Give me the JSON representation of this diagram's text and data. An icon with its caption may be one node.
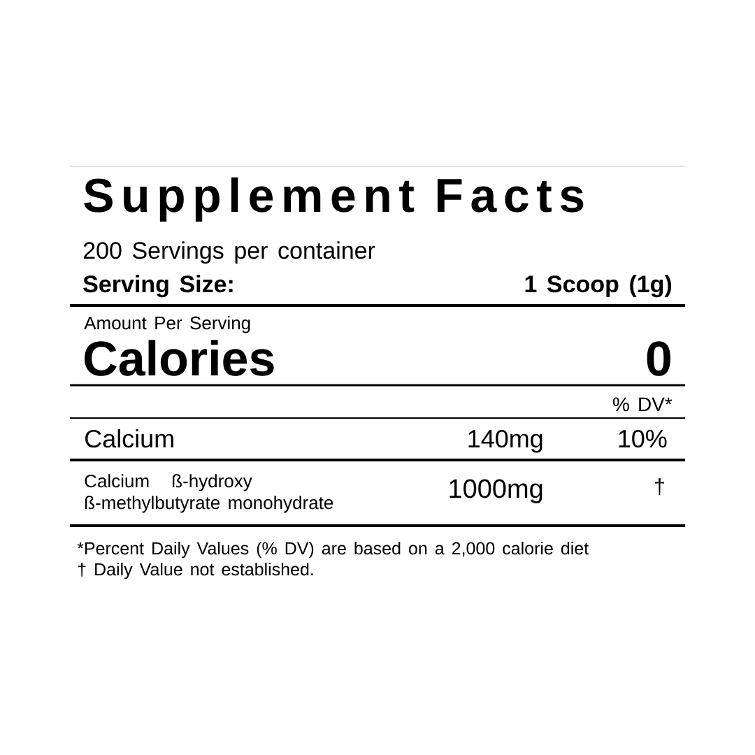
{
  "diagram": {
    "title": "Supplement Facts",
    "labels": [
      "200 Servings per container",
      "Serving Size:",
      "1 Scoop (1g)",
      "Amount Per Serving",
      "Calories",
      "0",
      "% DV*",
      "Calcium",
      "140mg",
      "10%",
      "Calcium ß-hydroxy ß-methylbutyrate monohydrate",
      "1000mg",
      "†",
      "*Percent Daily Values (% DV) are based on a 2,000 calorie diet",
      "† Daily Value not established."
    ]
  }
}
